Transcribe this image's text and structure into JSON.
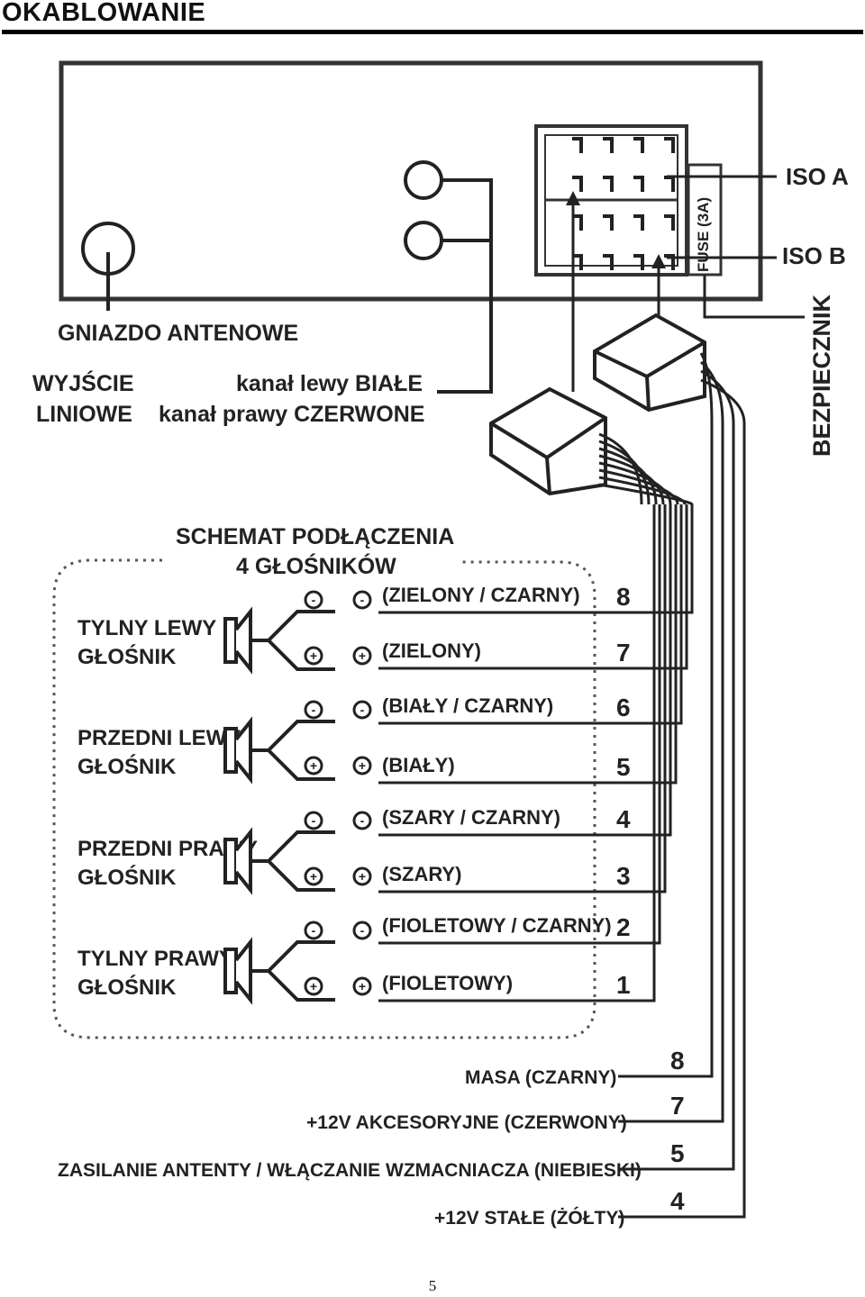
{
  "page_title": "OKABLOWANIE",
  "iso_a": "ISO A",
  "iso_b": "ISO B",
  "fuse_label": "FUSE (3A)",
  "fuse_name": "BEZPIECZNIK",
  "antenna_label": "GNIAZDO ANTENOWE",
  "line_out": {
    "line1": "WYJŚCIE",
    "line2": "LINIOWE",
    "left": "kanał lewy BIAŁE",
    "right": "kanał prawy CZERWONE"
  },
  "scheme": {
    "title1": "SCHEMAT PODŁĄCZENIA",
    "title2": "4 GŁOŚNIKÓW"
  },
  "speakers": [
    {
      "line1": "TYLNY LEWY",
      "line2": "GŁOŚNIK"
    },
    {
      "line1": "PRZEDNI LEWY",
      "line2": "GŁOŚNIK"
    },
    {
      "line1": "PRZEDNI PRAWY",
      "line2": "GŁOŚNIK"
    },
    {
      "line1": "TYLNY PRAWY",
      "line2": "GŁOŚNIK"
    }
  ],
  "speaker_wires": [
    {
      "label": "(ZIELONY / CZARNY)",
      "pin": "8"
    },
    {
      "label": "(ZIELONY)",
      "pin": "7"
    },
    {
      "label": "(BIAŁY / CZARNY)",
      "pin": "6"
    },
    {
      "label": "(BIAŁY)",
      "pin": "5"
    },
    {
      "label": "(SZARY / CZARNY)",
      "pin": "4"
    },
    {
      "label": "(SZARY)",
      "pin": "3"
    },
    {
      "label": "(FIOLETOWY / CZARNY)",
      "pin": "2"
    },
    {
      "label": "(FIOLETOWY)",
      "pin": "1"
    }
  ],
  "power_wires": [
    {
      "label": "MASA (CZARNY)",
      "pin": "8"
    },
    {
      "label": "+12V AKCESORYJNE (CZERWONY)",
      "pin": "7"
    },
    {
      "label": "ZASILANIE ANTENTY / WŁĄCZANIE WZMACNIACZA (NIEBIESKI)",
      "pin": "5"
    },
    {
      "label": "+12V STAŁE (ŻÓŁTY)",
      "pin": "4"
    }
  ],
  "polarity": {
    "minus": "-",
    "plus": "+"
  },
  "page_number": "5"
}
